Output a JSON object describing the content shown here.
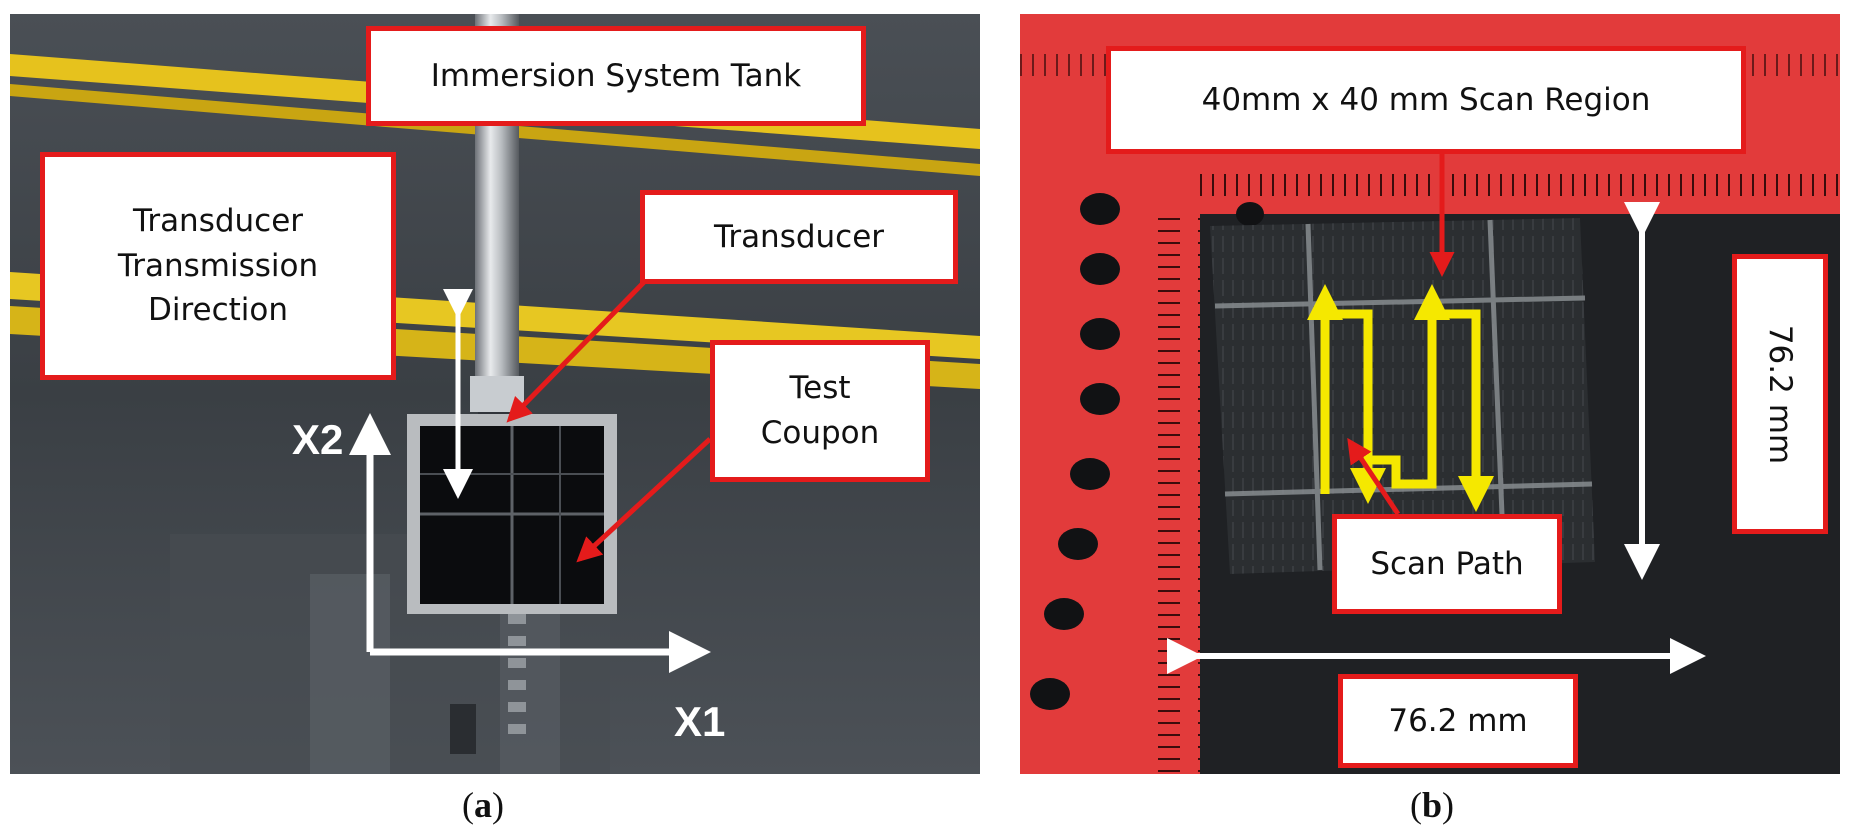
{
  "panel_a": {
    "callouts": {
      "tank": "Immersion System Tank",
      "direction_line1": "Transducer",
      "direction_line2": "Transmission",
      "direction_line3": "Direction",
      "transducer": "Transducer",
      "coupon_line1": "Test",
      "coupon_line2": "Coupon"
    },
    "axes": {
      "x1": "X1",
      "x2": "X2"
    },
    "caption_letter": "a"
  },
  "panel_b": {
    "callouts": {
      "scan_region": "40mm x 40 mm Scan Region",
      "scan_path": "Scan Path",
      "width": "76.2 mm",
      "height": "76.2 mm"
    },
    "caption_letter": "b"
  },
  "colors": {
    "callout_border": "#e41b1b",
    "ruler": "#e23b3b",
    "scan_path": "#f5e800",
    "arrow": "#ffffff"
  }
}
